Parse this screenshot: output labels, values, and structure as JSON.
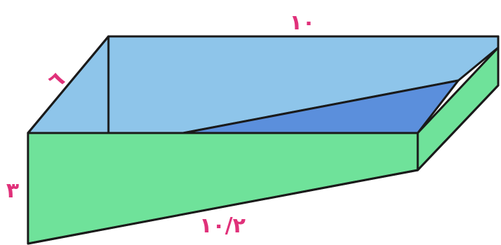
{
  "labels": {
    "top_length": "١٠",
    "depth": "٦",
    "height": "٣",
    "bottom_length": "١٠/٢"
  },
  "colors": {
    "top_face": "#8ec5ea",
    "inner_triangle": "#5b8fdc",
    "front_face": "#6fe29a",
    "side_face": "#6fe29a",
    "edge": "#1a1a1a",
    "label": "#e0317a"
  }
}
